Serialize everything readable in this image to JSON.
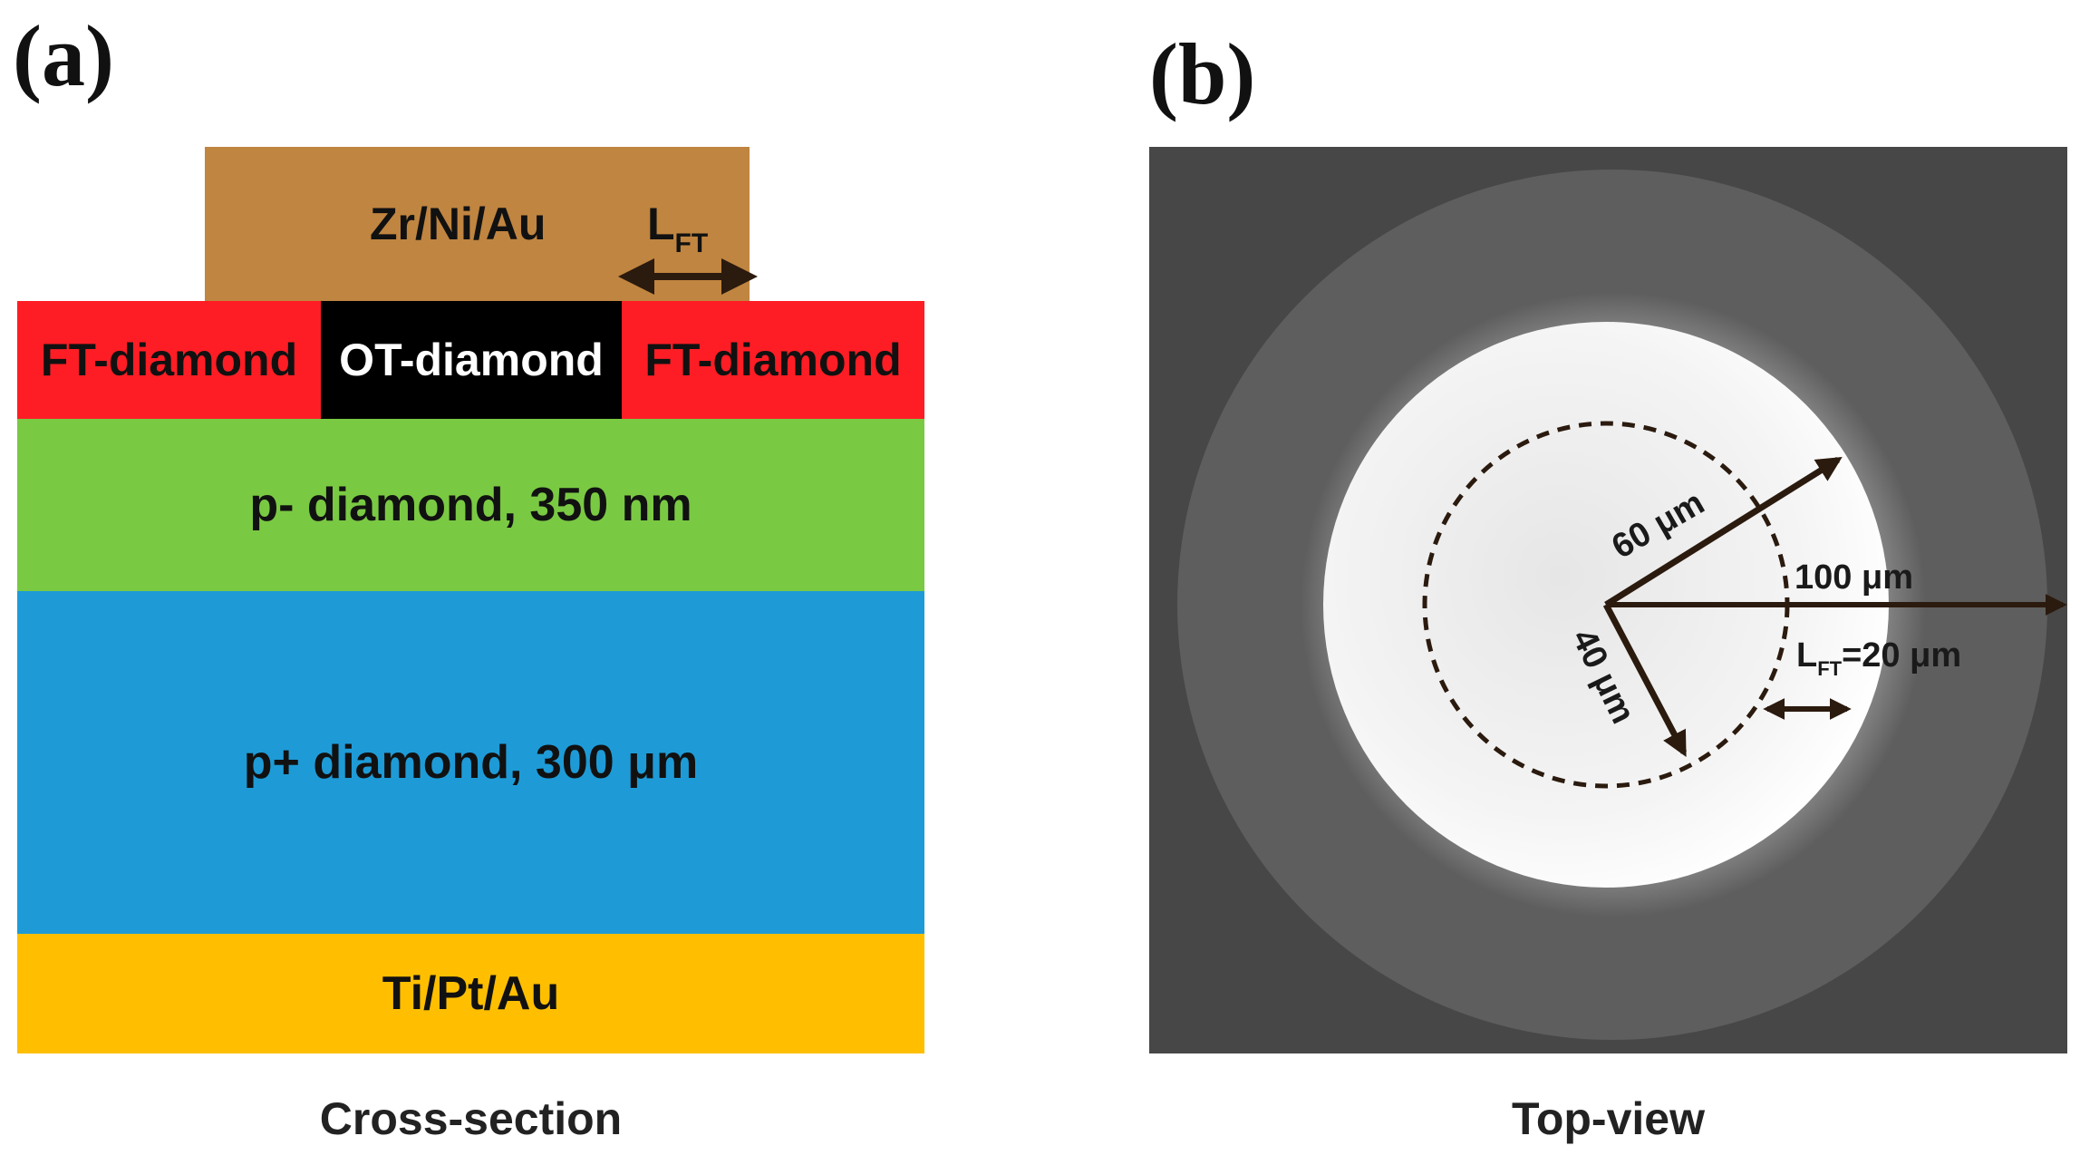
{
  "panel_a": {
    "label": "(a)",
    "caption": "Cross-section",
    "layers": {
      "top_contact": {
        "text": "Zr/Ni/Au",
        "color": "#c08540"
      },
      "lft_main": "L",
      "lft_sub": "FT",
      "ft_left": {
        "text": "FT-diamond",
        "color": "#ff1d25"
      },
      "ot": {
        "text": "OT-diamond",
        "color": "#000000"
      },
      "ft_right": {
        "text": "FT-diamond",
        "color": "#ff1d25"
      },
      "p_minus": {
        "text": "p- diamond, 350 nm",
        "color": "#7ac943"
      },
      "p_plus": {
        "text": "p+ diamond, 300 μm",
        "color": "#1e9bd7"
      },
      "back_contact": {
        "text": "Ti/Pt/Au",
        "color": "#ffbf00"
      }
    }
  },
  "panel_b": {
    "label": "(b)",
    "caption": "Top-view",
    "annotations": {
      "r60": "60 μm",
      "r40": "40 μm",
      "r100": "100 μm",
      "lft_main": "L",
      "lft_sub": "FT",
      "lft_value": "=20 μm"
    }
  }
}
